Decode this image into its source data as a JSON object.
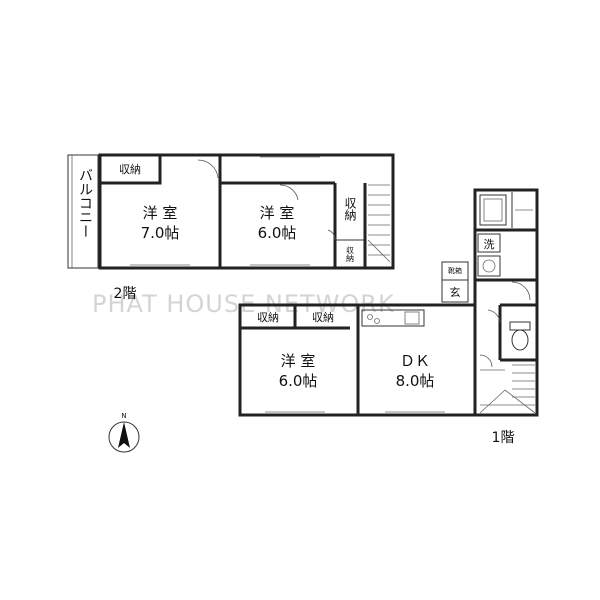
{
  "watermark": "PHAT HOUSE NETWORK",
  "floor2": {
    "label": "2階",
    "balcony": "バルコニー",
    "room_a": {
      "name": "洋 室",
      "size": "7.0帖"
    },
    "room_b": {
      "name": "洋 室",
      "size": "6.0帖"
    },
    "storage_top": "収納",
    "storage_side": "収納",
    "storage_small": "収納"
  },
  "floor1": {
    "label": "1階",
    "room_c": {
      "name": "洋 室",
      "size": "6.0帖"
    },
    "room_dk": {
      "name": "ＤＫ",
      "size": "8.0帖"
    },
    "storage_left": "収納",
    "storage_right": "収納",
    "washroom": "洗",
    "shoe_box": "靴箱",
    "entrance": "玄"
  },
  "compass": {
    "north": "N"
  }
}
